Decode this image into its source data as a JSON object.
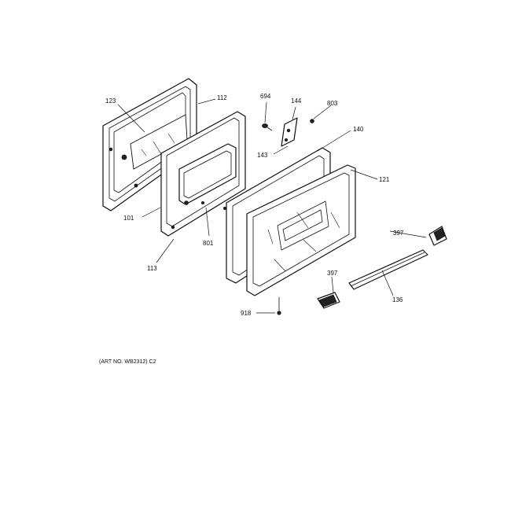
{
  "labels": {
    "p101": "101",
    "p112": "112",
    "p113": "113",
    "p121": "121",
    "p123": "123",
    "p136": "136",
    "p140": "140",
    "p143": "143",
    "p144": "144",
    "p397a": "397",
    "p397b": "397",
    "p694": "694",
    "p801": "801",
    "p803": "803",
    "p918": "918"
  },
  "caption": "(ART NO. WB2312) C2"
}
